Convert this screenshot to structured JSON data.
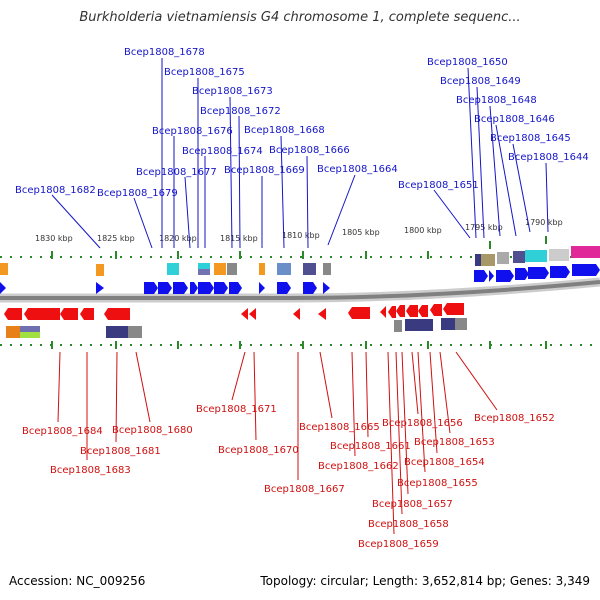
{
  "title": "Burkholderia vietnamiensis G4 chromosome 1, complete sequenc...",
  "footer": {
    "accession": "Accession: NC_009256",
    "summary": "Topology: circular; Length: 3,652,814 bp; Genes: 3,349"
  },
  "colors": {
    "forward_gene": "#1010ee",
    "reverse_gene": "#ee1010",
    "forward_label": "#1515c8",
    "reverse_label": "#d01010",
    "tick": "#2a8a2a",
    "backbone": "#888888"
  },
  "kbp_ticks": [
    "1830 kbp",
    "1825 kbp",
    "1820 kbp",
    "1815 kbp",
    "1810 kbp",
    "1805 kbp",
    "1800 kbp",
    "1795 kbp",
    "1790 kbp"
  ],
  "top_genes": [
    "Bcep1808_1678",
    "Bcep1808_1675",
    "Bcep1808_1673",
    "Bcep1808_1672",
    "Bcep1808_1676",
    "Bcep1808_1668",
    "Bcep1808_1674",
    "Bcep1808_1666",
    "Bcep1808_1677",
    "Bcep1808_1669",
    "Bcep1808_1664",
    "Bcep1808_1682",
    "Bcep1808_1679",
    "Bcep1808_1650",
    "Bcep1808_1649",
    "Bcep1808_1648",
    "Bcep1808_1646",
    "Bcep1808_1645",
    "Bcep1808_1644",
    "Bcep1808_1651"
  ],
  "bottom_genes": [
    "Bcep1808_1671",
    "Bcep1808_1684",
    "Bcep1808_1680",
    "Bcep1808_1681",
    "Bcep1808_1683",
    "Bcep1808_1670",
    "Bcep1808_1667",
    "Bcep1808_1665",
    "Bcep1808_1661",
    "Bcep1808_1662",
    "Bcep1808_1656",
    "Bcep1808_1653",
    "Bcep1808_1654",
    "Bcep1808_1655",
    "Bcep1808_1657",
    "Bcep1808_1658",
    "Bcep1808_1659",
    "Bcep1808_1652"
  ]
}
